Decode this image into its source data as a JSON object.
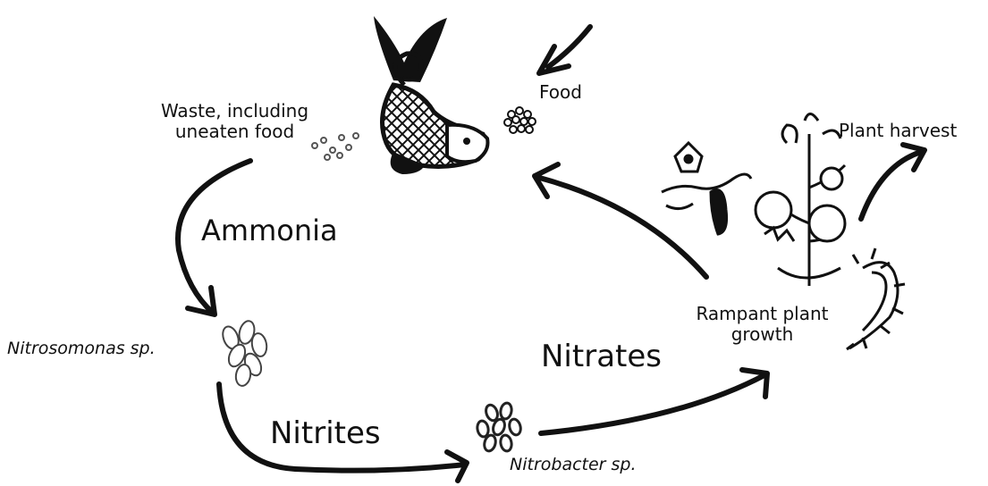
{
  "labels": {
    "food": "Food",
    "waste_line1": "Waste, including",
    "waste_line2": "uneaten food",
    "plant_harvest": "Plant harvest",
    "ammonia": "Ammonia",
    "nitrosomonas": "Nitrosomonas sp.",
    "rampant_line1": "Rampant plant",
    "rampant_line2": "growth",
    "nitrates": "Nitrates",
    "nitrites": "Nitrites",
    "nitrobacter": "Nitrobacter sp."
  },
  "icons": [
    "fish-icon",
    "food-pellets-icon",
    "waste-particles-icon",
    "nitrosomonas-bacteria-icon",
    "nitrobacter-bacteria-icon",
    "plant-icon",
    "vegetable-icon",
    "centipede-icon"
  ],
  "colors": {
    "ink": "#111111",
    "background": "#ffffff"
  }
}
